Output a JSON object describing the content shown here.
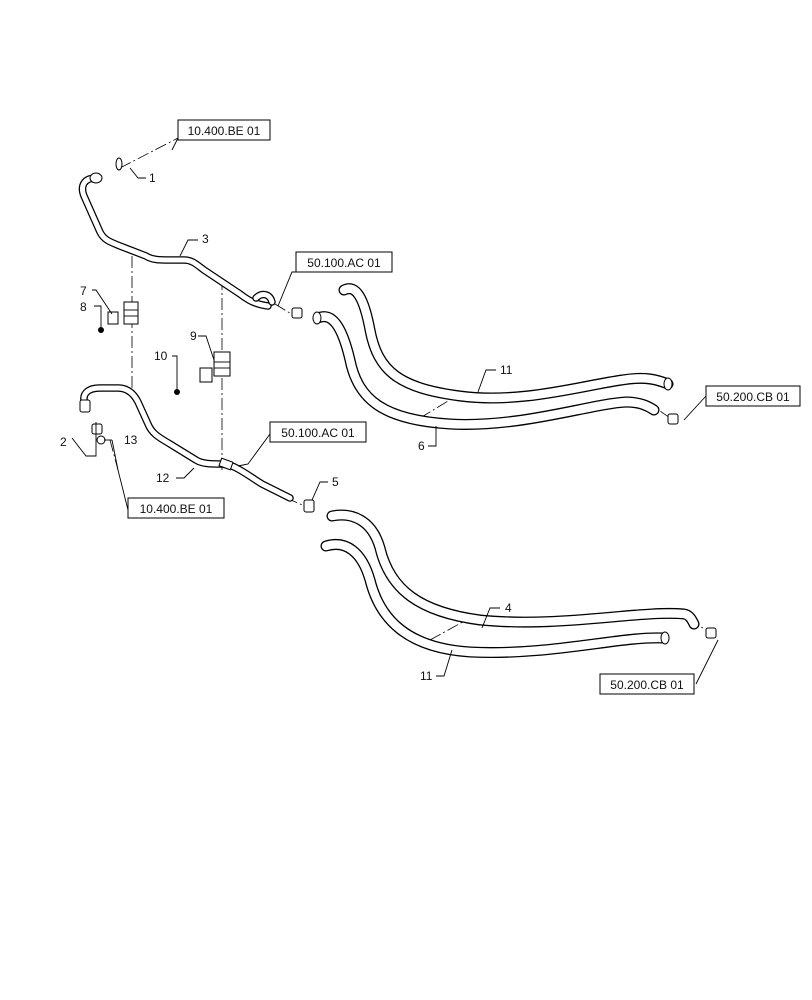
{
  "references": [
    {
      "id": "ref-top-left",
      "text": "10.400.BE 01"
    },
    {
      "id": "ref-upper-mid",
      "text": "50.100.AC 01"
    },
    {
      "id": "ref-right-upper",
      "text": "50.200.CB 01"
    },
    {
      "id": "ref-lower-mid",
      "text": "50.100.AC 01"
    },
    {
      "id": "ref-bottom-left",
      "text": "10.400.BE 01"
    },
    {
      "id": "ref-right-lower",
      "text": "50.200.CB 01"
    }
  ],
  "callouts": [
    "1",
    "3",
    "7",
    "8",
    "9",
    "10",
    "11",
    "6",
    "2",
    "13",
    "12",
    "5",
    "4",
    "11"
  ]
}
